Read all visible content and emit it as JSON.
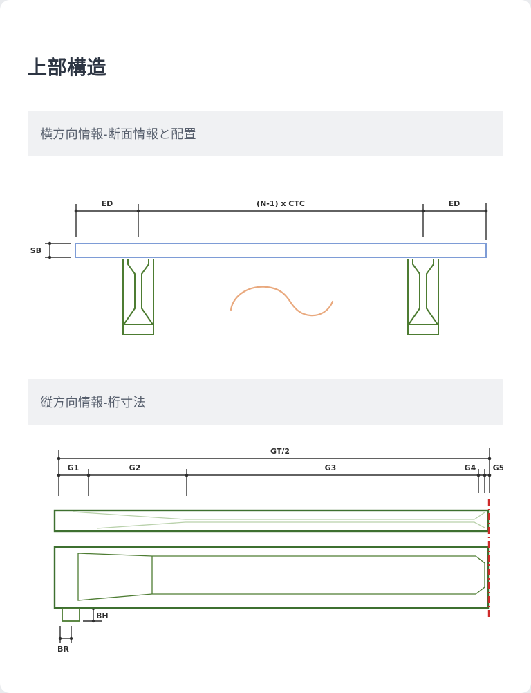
{
  "title": "上部構造",
  "sections": {
    "transverse": {
      "header": "横方向情報-断面情報と配置",
      "labels": {
        "ed_left": "ED",
        "ctc": "(N-1) x CTC",
        "ed_right": "ED",
        "sb": "SB"
      }
    },
    "longitudinal": {
      "header": "縦方向情報-桁寸法",
      "labels": {
        "gt2": "GT/2",
        "g1": "G1",
        "g2": "G2",
        "g3": "G3",
        "g4": "G4",
        "g5": "G5",
        "bh": "BH",
        "br": "BR"
      }
    }
  },
  "colors": {
    "dimension": "#2e2e2e",
    "slab_outline": "#7e9cd6",
    "girder_green": "#4d7c32",
    "drawing_green": "#3e7030",
    "faint_green": "#b9d1ab",
    "centerline_red": "#ce2a2a",
    "break_symbol_orange": "#e9a97e",
    "header_bg": "#f0f1f3",
    "header_text": "#565e6c",
    "title_text": "#2d3543",
    "divider": "#c8d6ec"
  }
}
